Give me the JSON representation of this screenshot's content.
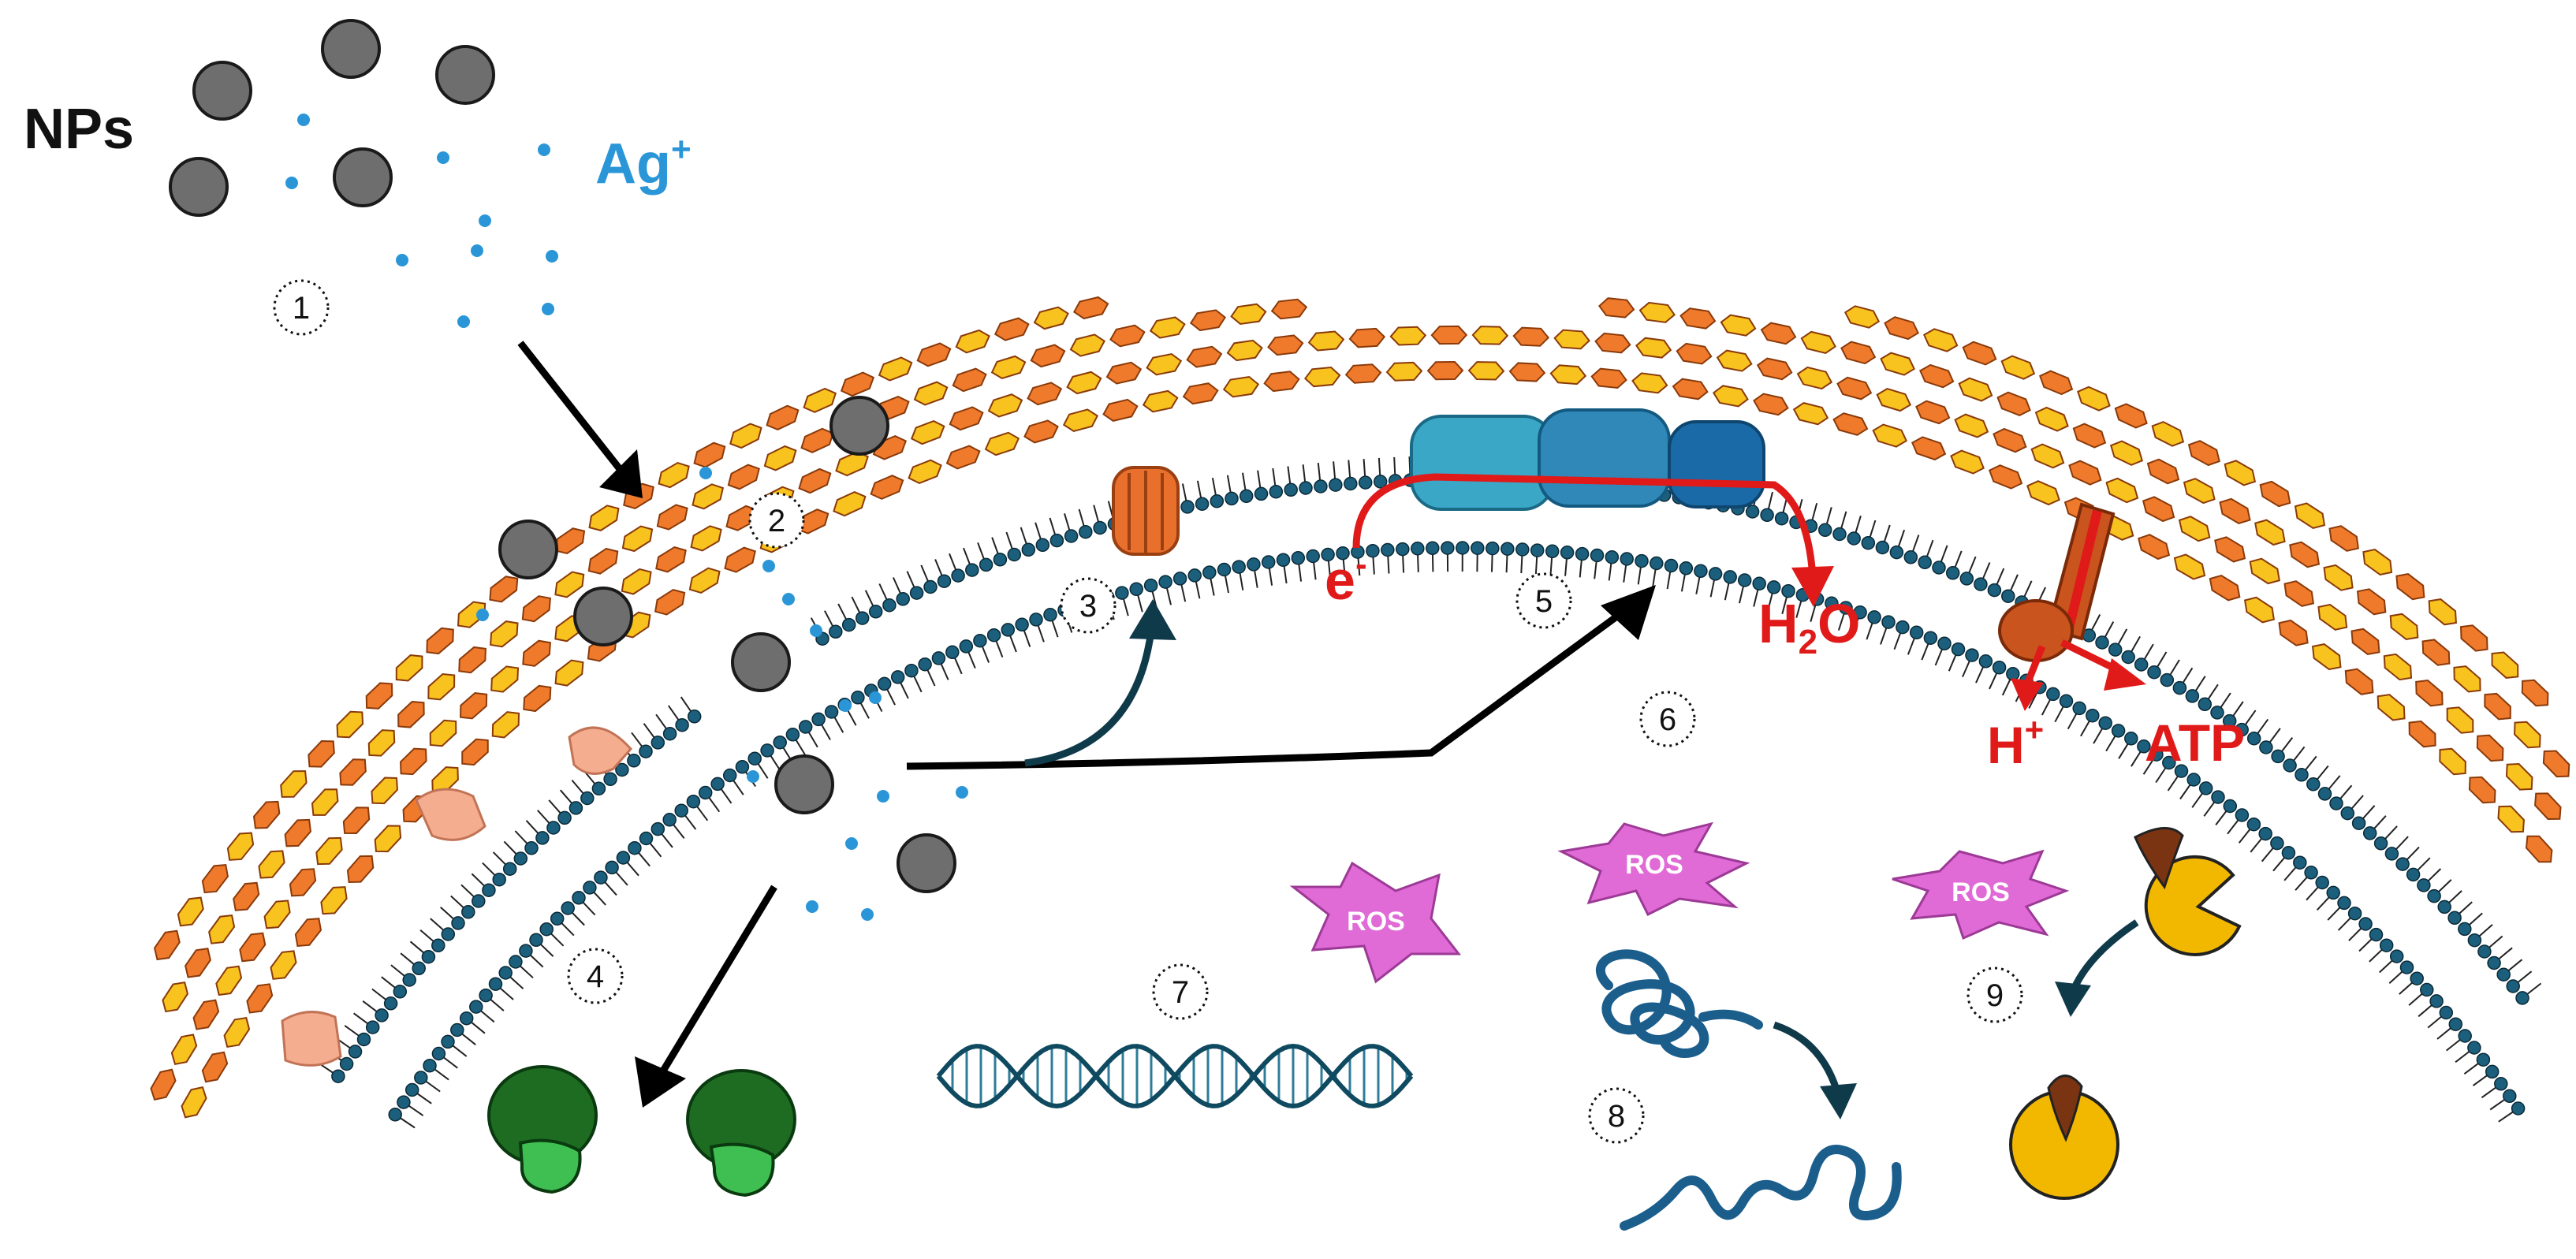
{
  "labels": {
    "nps": "NPs",
    "ag_base": "Ag",
    "ag_sup": "+",
    "electron_base": "e",
    "electron_sup": "-",
    "water_h": "H",
    "water_sub": "2",
    "water_o": "O",
    "proton_base": "H",
    "proton_sup": "+",
    "atp": "ATP"
  },
  "steps": [
    "1",
    "2",
    "3",
    "4",
    "5",
    "6",
    "7",
    "8",
    "9"
  ],
  "ros_label": "ROS",
  "colors": {
    "nanoparticle": "#6e6e6e",
    "ag_ion": "#2a96d8",
    "wall_orange": "#f07a2c",
    "wall_yellow": "#f8c31e",
    "membrane_head": "#1c5f7c",
    "arrow_black": "#000000",
    "arrow_teal": "#0f3a4a",
    "red": "#e01919",
    "ros": "#e06ad6",
    "green_dark": "#1e6b22",
    "green_light": "#3fbf52",
    "dna": "#2e7c98",
    "protein": "#1b5e8c",
    "enzyme": "#f2b800",
    "inhibitor": "#7a3412",
    "receptor": "#f5ad90",
    "complex_a": "#3aa7c7",
    "complex_b": "#2f88b8",
    "complex_c": "#1b6aa8",
    "porin": "#e8702c",
    "atpase": "#c9541e"
  }
}
